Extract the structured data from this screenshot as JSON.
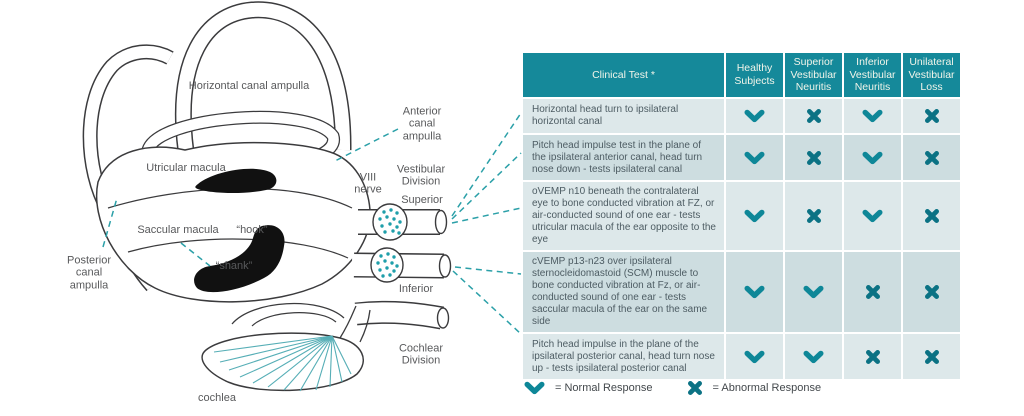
{
  "colors": {
    "header_bg": "#15899a",
    "header_text": "#f2f5ea",
    "row_light": "#dde8ea",
    "row_dark": "#cddde0",
    "check": "#0e8798",
    "cross": "#0b7284",
    "dash_line": "#2ba0a8",
    "outline": "#3b3b3d",
    "cochlea_fiber": "#56aeb6",
    "test_text": "#4d5c63"
  },
  "diagram": {
    "labels": {
      "horizontal_canal_ampulla": "Horizontal canal ampulla",
      "utricular_macula": "Utricular macula",
      "saccular_macula": "Saccular macula",
      "hook": "“hook”",
      "shank": "“shank”",
      "posterior_canal_ampulla": "Posterior\ncanal\nampulla",
      "anterior_canal_ampulla": "Anterior\ncanal\nampulla",
      "viii_nerve": "VIII\nnerve",
      "vestibular_division": "Vestibular\nDivision",
      "superior": "Superior",
      "inferior": "Inferior",
      "cochlear_division": "Cochlear\nDivision",
      "cochlea": "cochlea"
    }
  },
  "table": {
    "header": {
      "clinical_test": "Clinical Test *",
      "col1": "Healthy\nSubjects",
      "col2": "Superior\nVestibular\nNeuritis",
      "col3": "Inferior\nVestibular\nNeuritis",
      "col4": "Unilateral\nVestibular\nLoss"
    },
    "rows": [
      {
        "test": "Horizontal head turn to ipsilateral horizontal canal",
        "results": [
          "normal",
          "abnormal",
          "normal",
          "abnormal"
        ]
      },
      {
        "test": "Pitch head impulse test in the plane of the ipsilateral anterior canal, head turn nose down - tests ipsilateral canal",
        "results": [
          "normal",
          "abnormal",
          "normal",
          "abnormal"
        ]
      },
      {
        "test": "oVEMP n10 beneath the contralateral eye to bone conducted vibration at FZ, or air-conducted sound of one ear - tests utricular macula of the ear opposite to the eye",
        "results": [
          "normal",
          "abnormal",
          "normal",
          "abnormal"
        ]
      },
      {
        "test": "cVEMP p13-n23 over ipsilateral sternocleidomastoid (SCM) muscle to bone conducted vibration at Fz, or air-conducted sound of one ear - tests saccular macula of the ear on the same side",
        "results": [
          "normal",
          "normal",
          "abnormal",
          "abnormal"
        ]
      },
      {
        "test": "Pitch head impulse in the plane of the ipsilateral posterior canal, head turn nose up - tests ipsilateral posterior canal",
        "results": [
          "normal",
          "normal",
          "abnormal",
          "abnormal"
        ]
      }
    ]
  },
  "legend": {
    "items": [
      {
        "icon": "normal",
        "label": "= Normal Response"
      },
      {
        "icon": "abnormal",
        "label": "= Abnormal Response"
      }
    ]
  }
}
